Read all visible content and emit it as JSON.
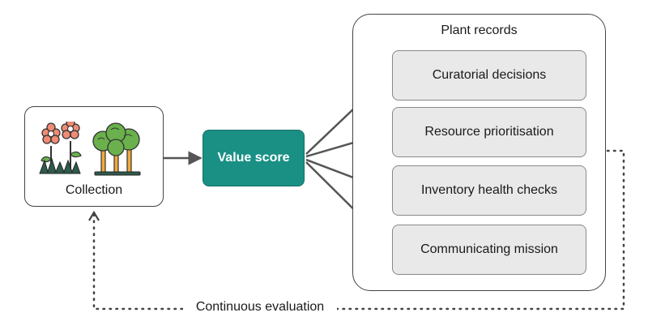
{
  "collection": {
    "label": "Collection"
  },
  "value_score": {
    "label": "Value score"
  },
  "plant_records": {
    "title": "Plant records",
    "items": [
      {
        "label": "Curatorial decisions"
      },
      {
        "label": "Resource prioritisation"
      },
      {
        "label": "Inventory health checks"
      },
      {
        "label": "Communicating mission"
      }
    ]
  },
  "feedback": {
    "label": "Continuous evaluation"
  },
  "colors": {
    "accent": "#1a9085",
    "item_fill": "#e9e9e9",
    "arrow": "#555555",
    "flower": "#f08a74",
    "leaf": "#6ab04c",
    "trunk": "#f2a93b"
  }
}
